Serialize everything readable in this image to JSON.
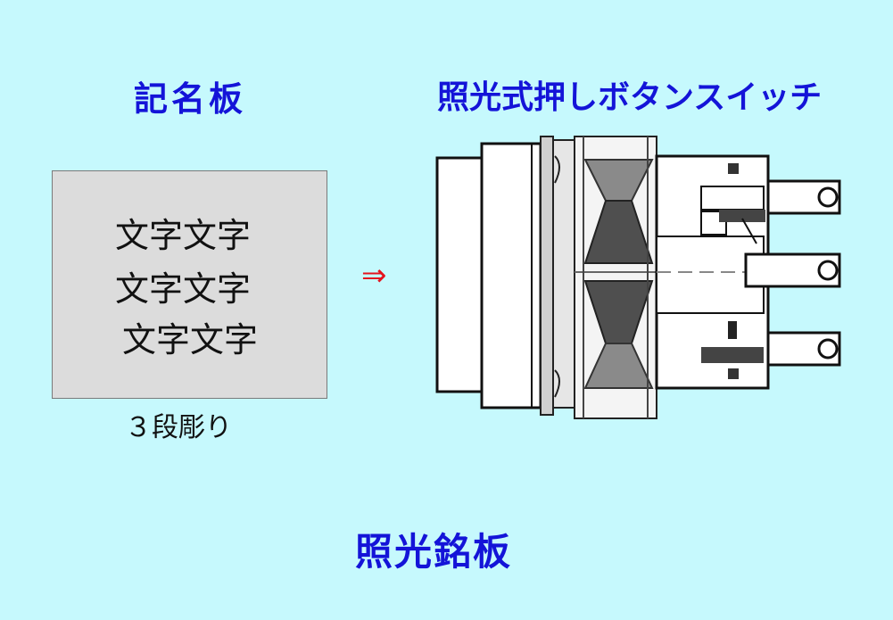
{
  "labels": {
    "nameplate_title": "記名板",
    "switch_title": "照光式押しボタンスイッチ",
    "bottom_title": "照光銘板",
    "engraving_caption": "３段彫り",
    "arrow": "⇒"
  },
  "nameplate": {
    "lines": [
      "文字文字",
      "文字文字",
      "文字文字"
    ]
  },
  "colors": {
    "background": "#c6f9fd",
    "title": "#1414d8",
    "arrow": "#e4141e",
    "plate": "#dcdcdc",
    "text": "#111111"
  },
  "icons": {
    "arrow": "right-double-arrow-icon",
    "switch": "illuminated-push-button-switch-icon"
  }
}
